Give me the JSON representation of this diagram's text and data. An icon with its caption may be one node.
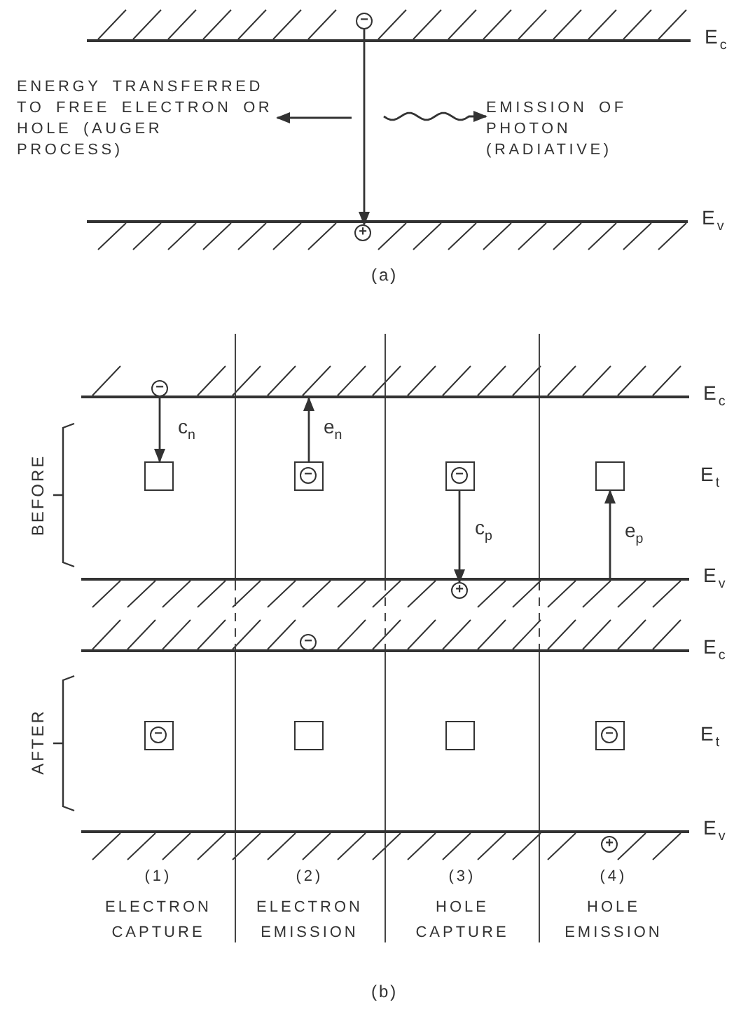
{
  "diagram": {
    "nodes": [
      {
        "text": [
          "−"
        ]
      },
      {
        "text": [
          "ENERGY TRANSFERRED TO FREE ELECTRON OR HOLE (AUGER PROCESS)"
        ]
      },
      {
        "text": [
          "EMISSION OF PHOTON (RADIATIVE)"
        ]
      },
      {
        "text": [
          "+"
        ]
      },
      {
        "text": [
          "−"
        ]
      },
      {
        "text": [],
        "shape": "box"
      },
      {
        "text": [],
        "shape": "box"
      },
      {
        "text": [
          "−"
        ],
        "in": 6
      },
      {
        "text": [],
        "shape": "box"
      },
      {
        "text": [
          "−"
        ],
        "in": 8
      },
      {
        "text": [],
        "shape": "box"
      },
      {
        "text": [
          "+"
        ]
      },
      {
        "text": [
          "−"
        ]
      },
      {
        "text": [],
        "shape": "box"
      },
      {
        "text": [
          "−"
        ],
        "in": 13
      },
      {
        "text": [],
        "shape": "box"
      },
      {
        "text": [],
        "shape": "box"
      },
      {
        "text": [],
        "shape": "box"
      },
      {
        "text": [
          "−"
        ],
        "in": 17
      },
      {
        "text": [
          "+"
        ]
      },
      {
        "text": [],
        "shape": "line",
        "beside": [
          "E$_{c}$"
        ]
      },
      {
        "text": [],
        "shape": "line",
        "beside": [
          "E$_{v}$"
        ]
      },
      {
        "text": [],
        "shape": "line",
        "beside": [
          "E$_{c}$"
        ]
      },
      {
        "text": [],
        "shape": "line",
        "beside": [
          "E$_{v}$"
        ]
      },
      {
        "text": [],
        "shape": "line",
        "beside": [
          "E$_{c}$"
        ]
      },
      {
        "text": [],
        "shape": "line",
        "beside": [
          "E$_{v}$"
        ]
      }
    ],
    "edges": [
      {
        "from": 0,
        "to": 3,
        "arrow": "to"
      },
      {
        "from": null,
        "to": 1,
        "arrow": "to"
      },
      {
        "from": null,
        "to": 2,
        "arrow": "to"
      },
      {
        "from": 4,
        "to": 5,
        "arrow": "to",
        "label": "c$_{n}$"
      },
      {
        "from": 6,
        "to": 22,
        "arrow": "to",
        "label": "e$_{n}$"
      },
      {
        "from": 8,
        "to": 11,
        "arrow": "to",
        "label": "c$_{p}$"
      },
      {
        "from": 23,
        "to": 10,
        "arrow": "to",
        "label": "e$_{p}$"
      }
    ],
    "labels": [
      "(a)",
      "BEFORE",
      "E$_{t}$",
      "AFTER",
      "E$_{t}$",
      "(1)",
      "ELECTRON CAPTURE",
      "(2)",
      "ELECTRON EMISSION",
      "(3)",
      "HOLE CAPTURE",
      "(4)",
      "HOLE EMISSION",
      "(b)"
    ]
  }
}
